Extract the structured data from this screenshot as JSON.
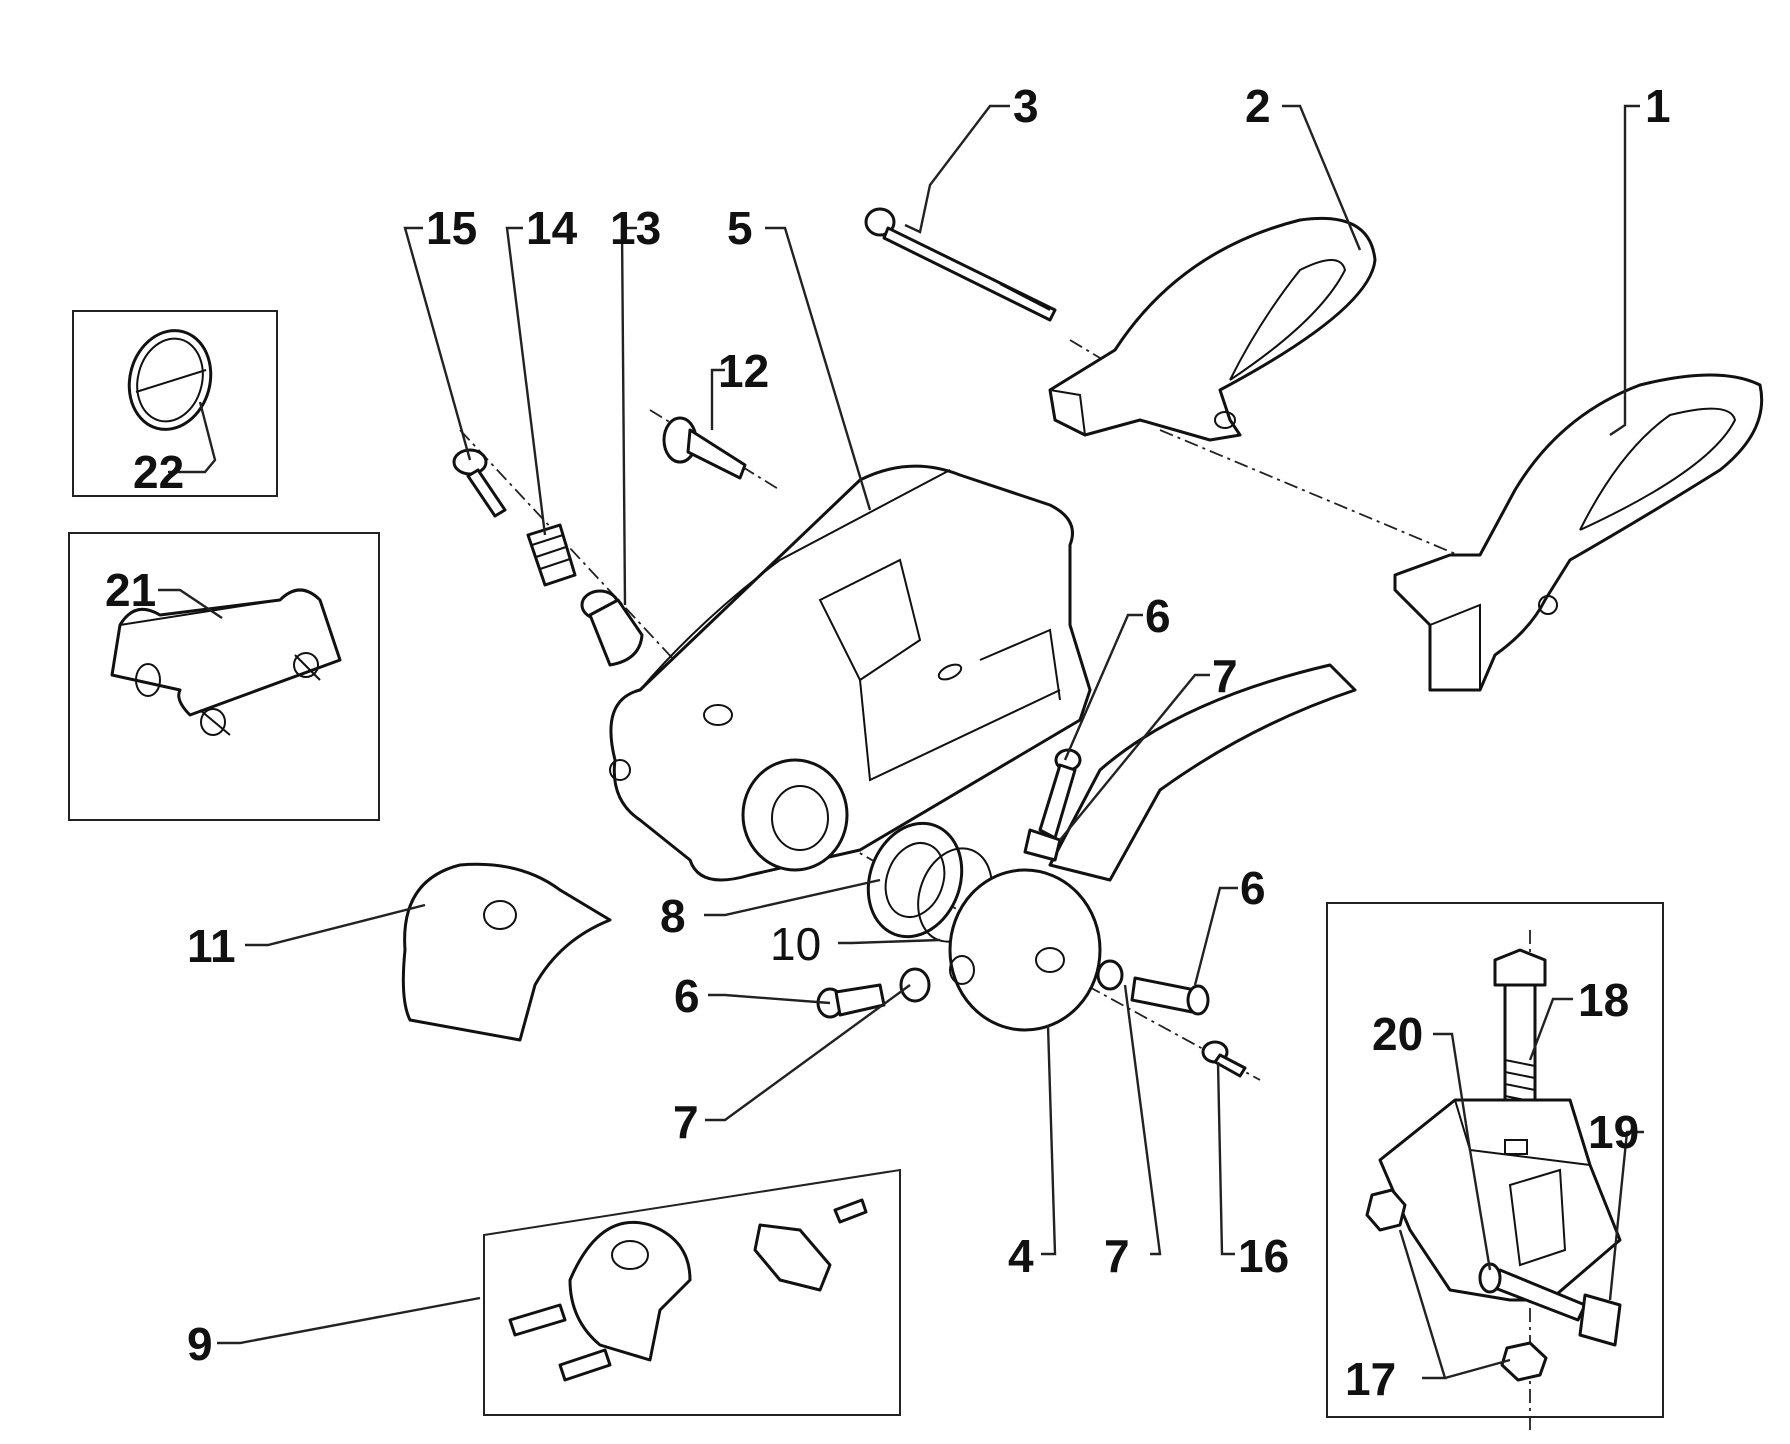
{
  "callouts": {
    "c1": "1",
    "c2": "2",
    "c3": "3",
    "c4": "4",
    "c5": "5",
    "c6a": "6",
    "c6b": "6",
    "c6c": "6",
    "c7a": "7",
    "c7b": "7",
    "c7c": "7",
    "c8": "8",
    "c9": "9",
    "c10": "10",
    "c11": "11",
    "c12": "12",
    "c13": "13",
    "c14": "14",
    "c15": "15",
    "c16": "16",
    "c17": "17",
    "c18": "18",
    "c19": "19",
    "c20": "20",
    "c21": "21",
    "c22": "22"
  }
}
